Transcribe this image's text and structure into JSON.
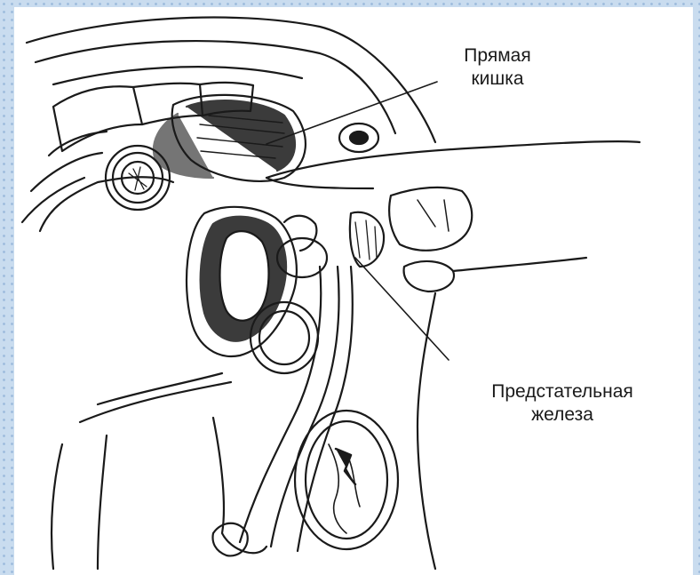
{
  "labels": {
    "rectum": {
      "line1": "Прямая",
      "line2": "кишка"
    },
    "prostate": {
      "line1": "Предстательная",
      "line2": "железа"
    }
  },
  "colors": {
    "background": "#c9dcef",
    "panel": "#ffffff",
    "ink": "#1a1a1a"
  }
}
